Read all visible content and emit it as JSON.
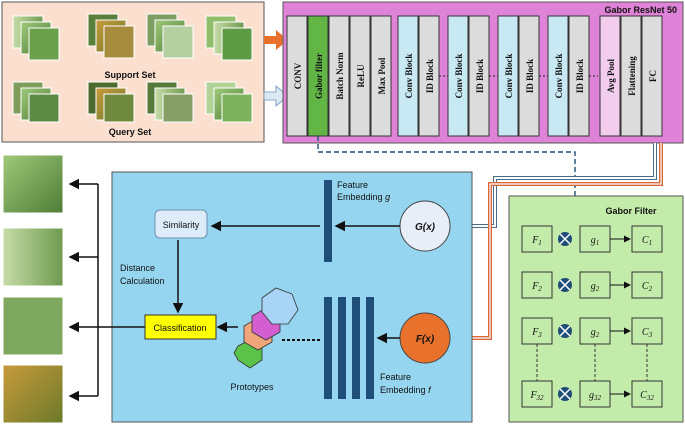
{
  "diagram": {
    "resnet": {
      "title": "Gabor ResNet 50",
      "layers": [
        "CONV",
        "Gabor filter",
        "Batch Norm",
        "ReLU",
        "Max Pool",
        "Conv Block",
        "ID Block",
        "Conv Block",
        "ID Block",
        "Conv Block",
        "ID Block",
        "Conv Block",
        "ID Block",
        "Avg Pool",
        "Flattening",
        "FC"
      ]
    },
    "input_sets": {
      "support": "Support Set",
      "query": "Query Set"
    },
    "main": {
      "embedding_g_line1": "Feature",
      "embedding_g_line2": "Embedding",
      "embedding_g_var": "g",
      "embedding_f_line1": "Feature",
      "embedding_f_line2": "Embedding",
      "embedding_f_var": "f",
      "gx": "G(x)",
      "fx": "F(x)",
      "similarity": "Similarity",
      "distance_line1": "Distance",
      "distance_line2": "Calculation",
      "classification": "Classification",
      "prototypes": "Prototypes"
    },
    "gabor": {
      "title": "Gabor Filter",
      "rows": [
        {
          "f": "F",
          "f_sub": "1",
          "g": "g",
          "g_sub": "1",
          "c": "C",
          "c_sub": "1"
        },
        {
          "f": "F",
          "f_sub": "2",
          "g": "g",
          "g_sub": "2",
          "c": "C",
          "c_sub": "2"
        },
        {
          "f": "F",
          "f_sub": "3",
          "g": "g",
          "g_sub": "2",
          "c": "C",
          "c_sub": "3"
        },
        {
          "f": "F",
          "f_sub": "32",
          "g": "g",
          "g_sub": "32",
          "c": "C",
          "c_sub": "32"
        }
      ]
    },
    "colors": {
      "input_panel": "#fbe0d0",
      "resnet_panel": "#df83d8",
      "main_panel": "#95d5f0",
      "gabor_panel": "#c3ecaa",
      "gabor_filter_layer": "#62b646",
      "conv_block": "#c8e9f4",
      "classification": "#ffff00",
      "fx_circle": "#e8712c",
      "orange_arrow": "#d9693a"
    }
  }
}
